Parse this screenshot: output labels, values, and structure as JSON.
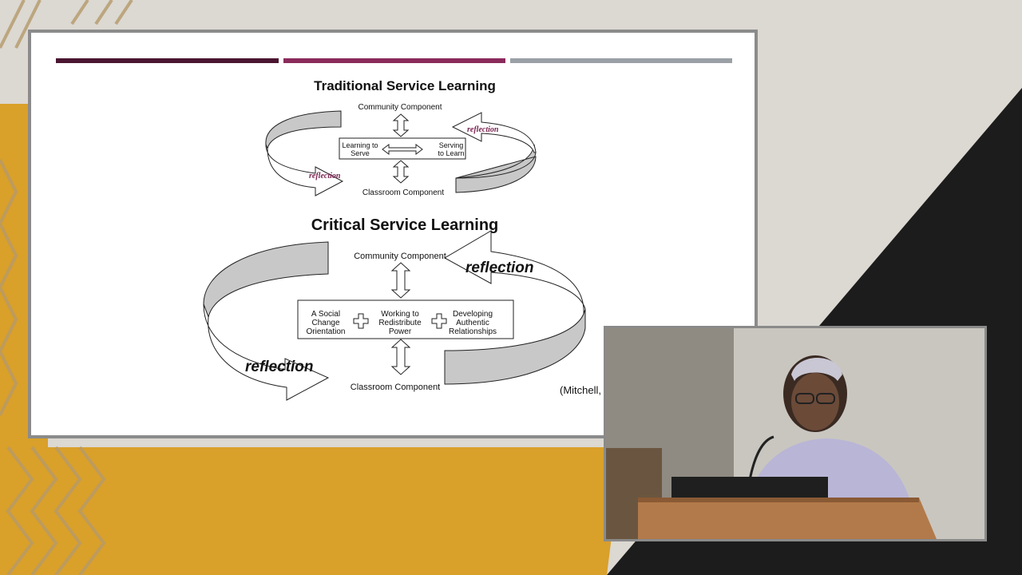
{
  "slide": {
    "bar_colors": [
      "#4a1530",
      "#8b2a5b",
      "#9aa0a6"
    ],
    "title_color_traditional": "#7a2451",
    "title_color_critical": "#4a1530",
    "traditional": {
      "title": "Traditional Service Learning",
      "community": "Community Component",
      "classroom": "Classroom Component",
      "left_box": [
        "Learning to",
        "Serve"
      ],
      "right_box": [
        "Serving",
        "to Learn"
      ],
      "reflection_top": "reflection",
      "reflection_bottom": "reflection"
    },
    "critical": {
      "title": "Critical Service Learning",
      "community": "Community Component",
      "classroom": "Classroom Component",
      "col1": [
        "A Social",
        "Change",
        "Orientation"
      ],
      "col2": [
        "Working to",
        "Redistribute",
        "Power"
      ],
      "col3": [
        "Developing",
        "Authentic",
        "Relationships"
      ],
      "reflection_top": "reflection",
      "reflection_bottom": "reflection"
    },
    "citation": "(Mitchell,"
  },
  "video": {
    "description": "speaker-camera-feed"
  }
}
